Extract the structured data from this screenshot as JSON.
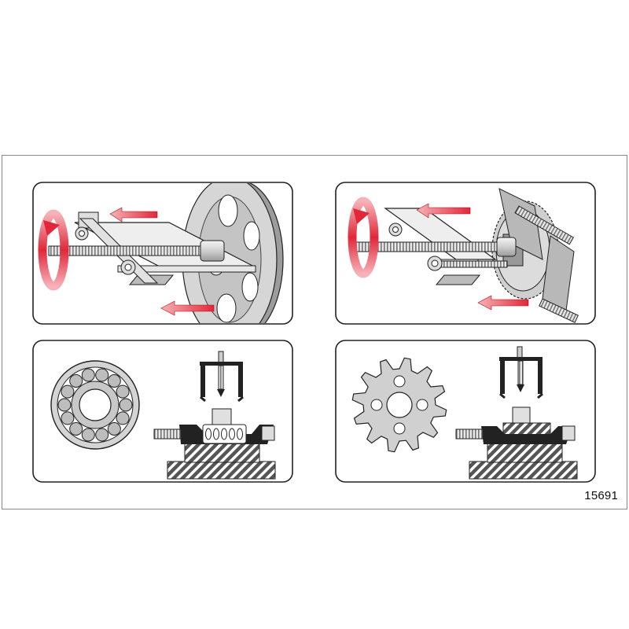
{
  "figure": {
    "number": "15691",
    "panels": [
      {
        "id": "pulley-puller"
      },
      {
        "id": "gear-puller"
      },
      {
        "id": "bearing-press"
      },
      {
        "id": "gear-press"
      }
    ]
  },
  "colors": {
    "arrow_red": "#e0283a",
    "arrow_light": "#f3a0a6",
    "metal_light": "#e4e4e4",
    "metal_mid": "#c8c8c8",
    "metal_dark": "#8a8a8a",
    "outline": "#222222",
    "hatch": "#555555"
  }
}
